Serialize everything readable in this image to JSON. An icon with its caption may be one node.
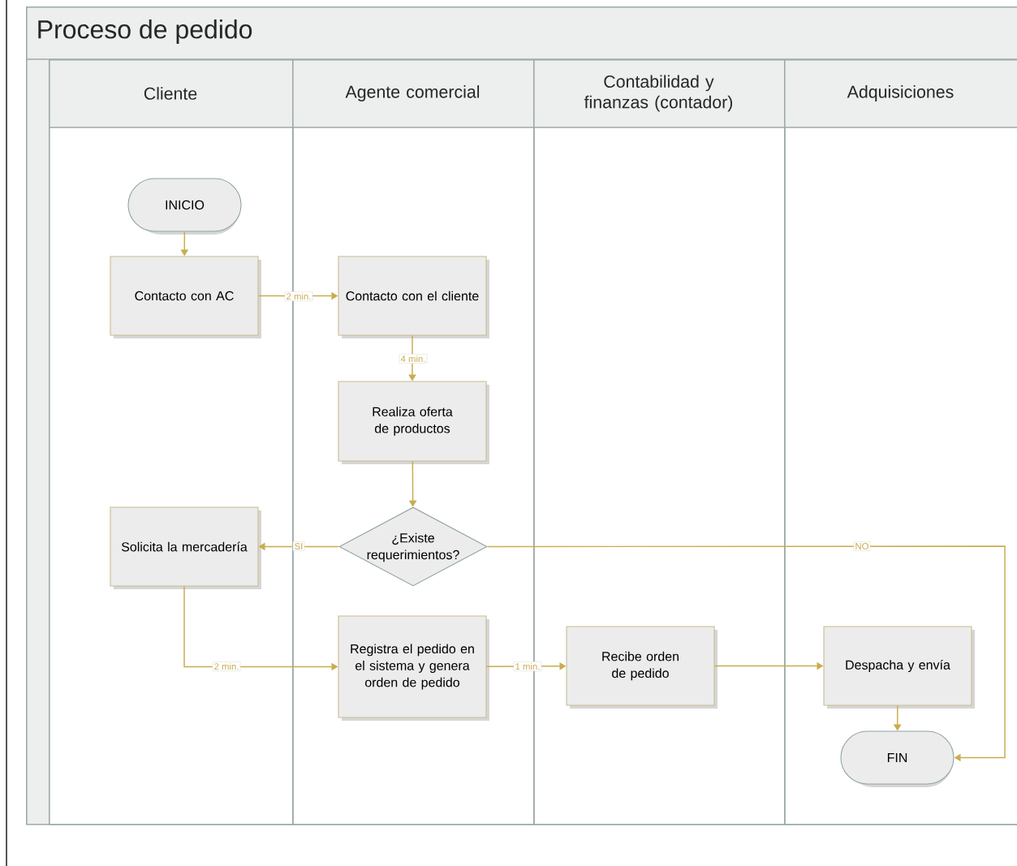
{
  "diagram": {
    "nodes": [
      {
        "text": [
          "Proceso de pedido"
        ]
      },
      {
        "text": [
          "Cliente"
        ],
        "in": 0
      },
      {
        "text": [
          "Agente comercial"
        ],
        "in": 0
      },
      {
        "text": [
          "Contabilidad y finanzas (contador)"
        ],
        "in": 0
      },
      {
        "text": [
          "Adquisiciones"
        ],
        "in": 0
      },
      {
        "text": [
          "INICIO"
        ],
        "in": 1
      },
      {
        "text": [
          "Contacto con AC"
        ],
        "in": 1
      },
      {
        "text": [
          "Contacto con el cliente"
        ],
        "in": 2
      },
      {
        "text": [
          "Realiza oferta de productos"
        ],
        "in": 2
      },
      {
        "text": [
          "¿Existe requerimientos?"
        ],
        "in": 2
      },
      {
        "text": [
          "Solicita la mercadería"
        ],
        "in": 1
      },
      {
        "text": [
          "Registra el pedido en el sistema y genera orden de pedido"
        ],
        "in": 2
      },
      {
        "text": [
          "Recibe orden de pedido"
        ],
        "in": 3
      },
      {
        "text": [
          "Despacha y envía"
        ],
        "in": 4
      },
      {
        "text": [
          "FIN"
        ],
        "in": 4
      }
    ],
    "edges": [
      {
        "from": 5,
        "to": 6,
        "arrow": "to"
      },
      {
        "from": 6,
        "to": 7,
        "arrow": "to",
        "label": "2 min."
      },
      {
        "from": 7,
        "to": 8,
        "arrow": "to",
        "label": "4 min."
      },
      {
        "from": 8,
        "to": 9,
        "arrow": "to"
      },
      {
        "from": 9,
        "to": 10,
        "arrow": "to",
        "label": "SI"
      },
      {
        "from": 9,
        "to": 14,
        "arrow": "to",
        "label": "NO"
      },
      {
        "from": 10,
        "to": 11,
        "arrow": "to",
        "label": "2 min."
      },
      {
        "from": 11,
        "to": 12,
        "arrow": "to",
        "label": "1 min."
      },
      {
        "from": 12,
        "to": 13,
        "arrow": "to"
      },
      {
        "from": 13,
        "to": 14,
        "arrow": "to"
      }
    ]
  }
}
